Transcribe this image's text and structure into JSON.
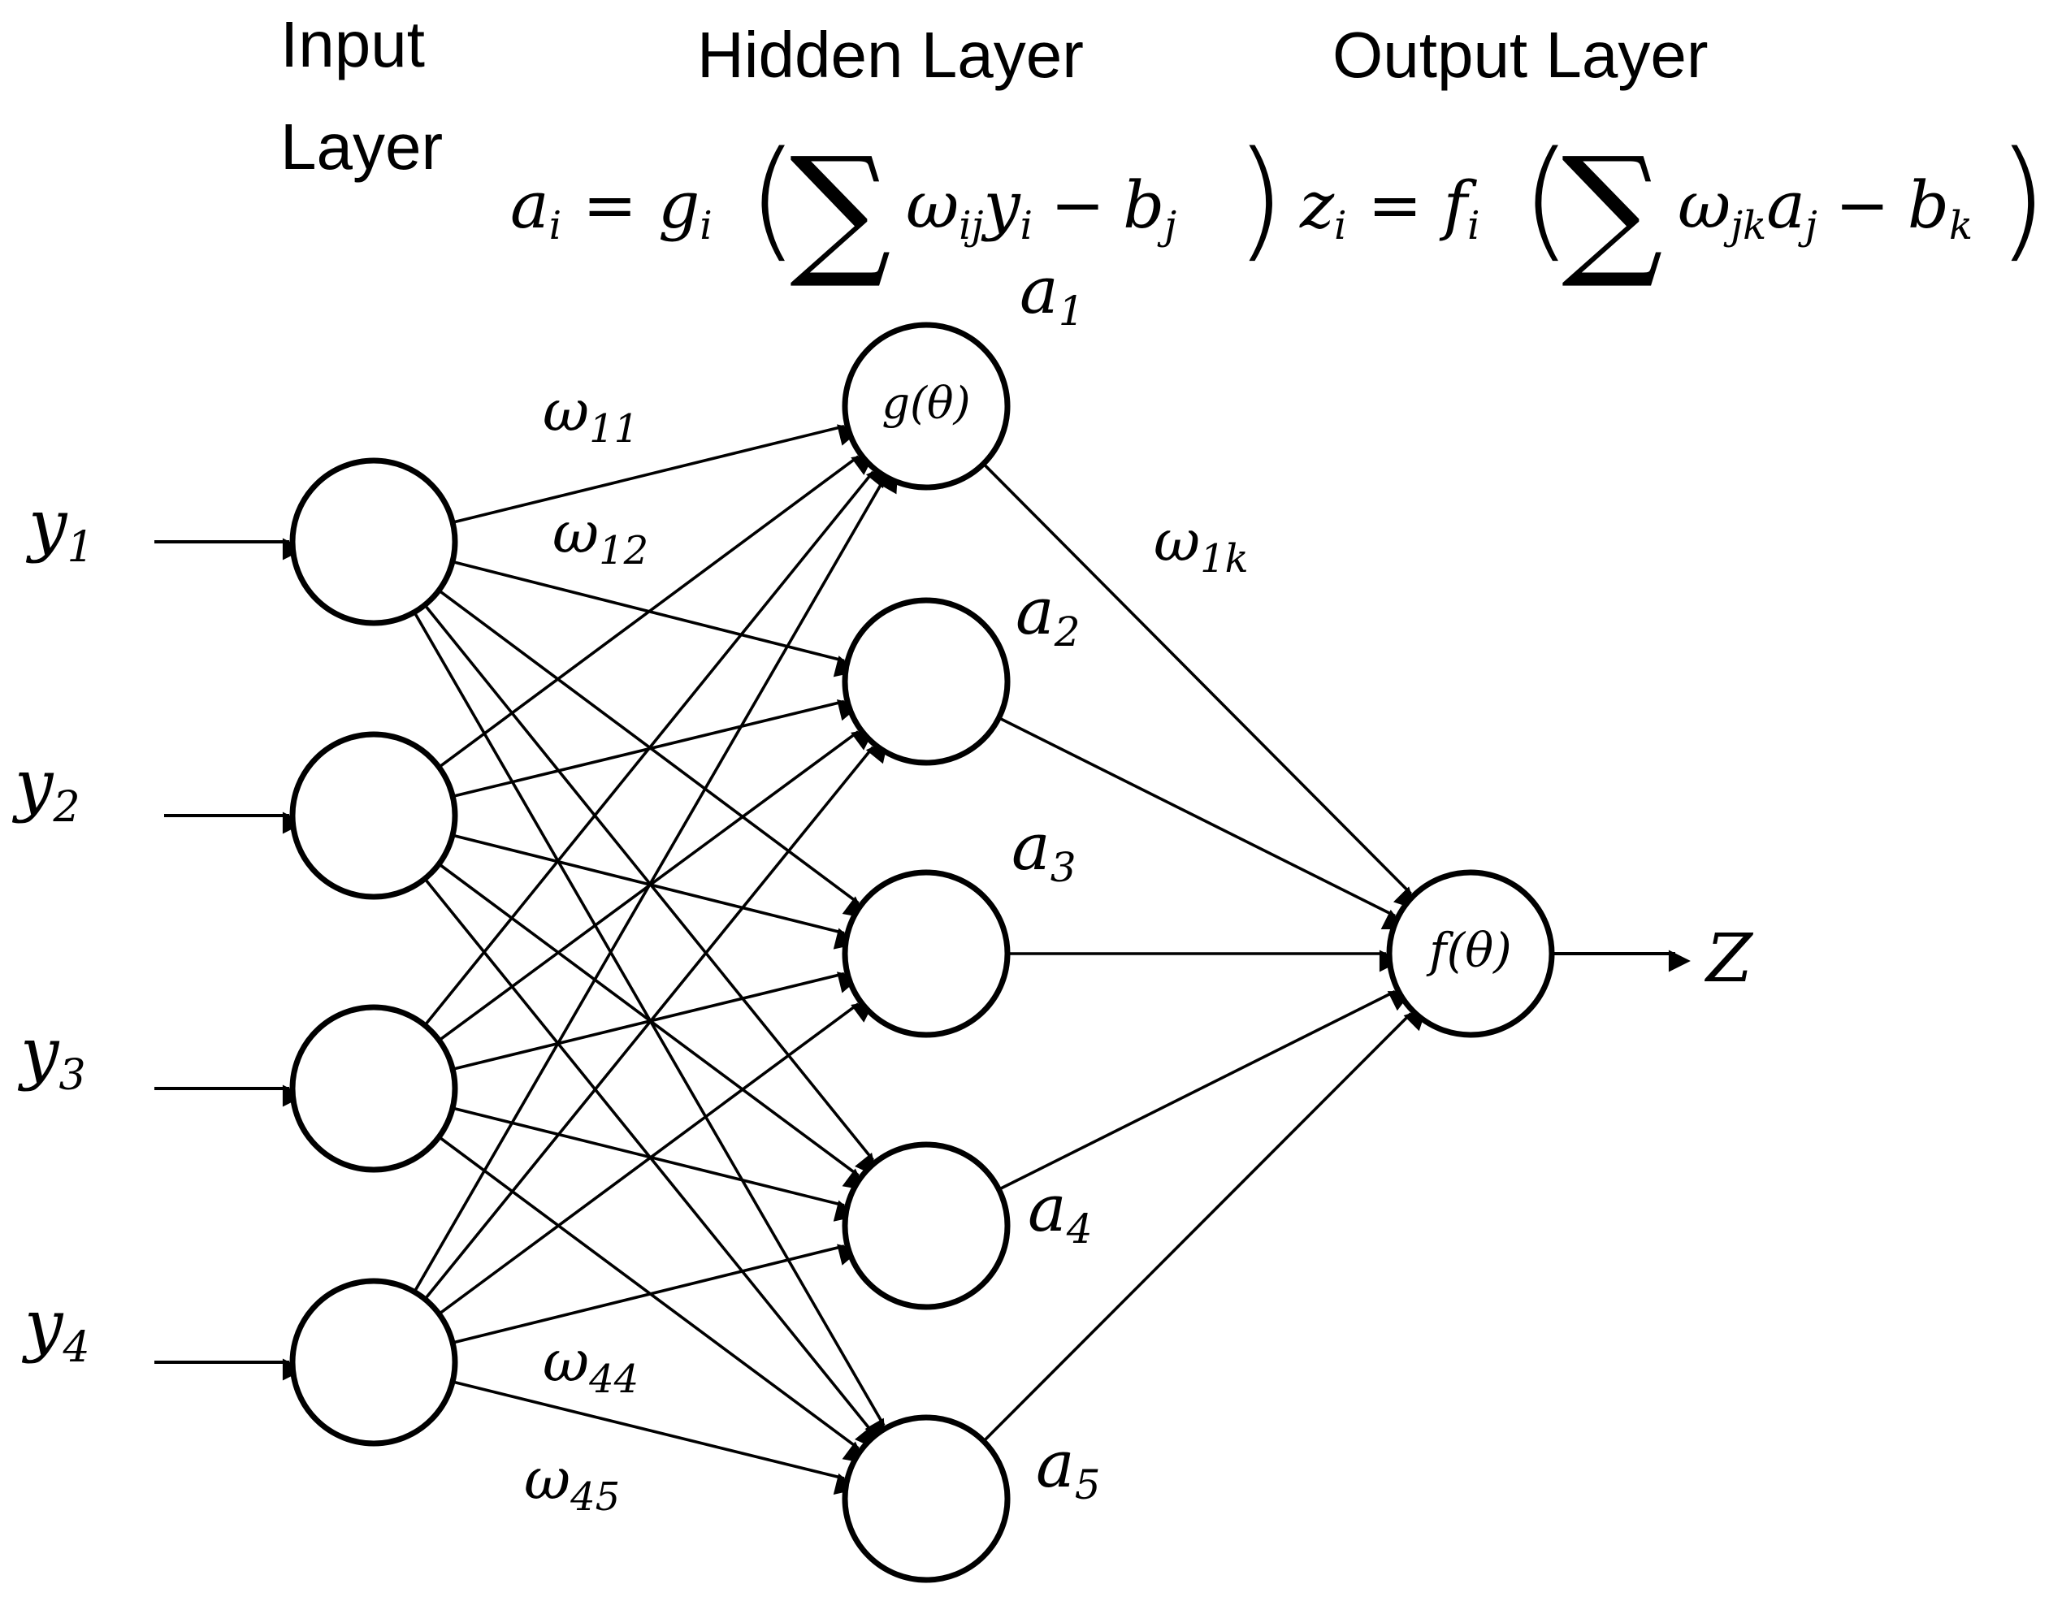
{
  "titles": {
    "input": [
      "Input",
      "Layer"
    ],
    "hidden": "Hidden Layer",
    "output": "Output Layer"
  },
  "formulas": {
    "hidden": {
      "lhs": "a",
      "lhs_sub": "i",
      "eq": "=",
      "func": "g",
      "func_sub": "i",
      "sum": "∑",
      "w": "ω",
      "w_sub": "ij",
      "var": "y",
      "var_sub": "i",
      "minus": "−",
      "bias": "b",
      "bias_sub": "j"
    },
    "output": {
      "lhs": "z",
      "lhs_sub": "i",
      "eq": "=",
      "func": "f",
      "func_sub": "i",
      "sum": "∑",
      "w": "ω",
      "w_sub": "jk",
      "var": "a",
      "var_sub": "j",
      "minus": "−",
      "bias": "b",
      "bias_sub": "k"
    }
  },
  "inputs": [
    {
      "sym": "y",
      "sub": "1"
    },
    {
      "sym": "y",
      "sub": "2"
    },
    {
      "sym": "y",
      "sub": "3"
    },
    {
      "sym": "y",
      "sub": "4"
    }
  ],
  "hidden_nodes": [
    {
      "sym": "a",
      "sub": "1",
      "inner": "g(θ)"
    },
    {
      "sym": "a",
      "sub": "2",
      "inner": ""
    },
    {
      "sym": "a",
      "sub": "3",
      "inner": ""
    },
    {
      "sym": "a",
      "sub": "4",
      "inner": ""
    },
    {
      "sym": "a",
      "sub": "5",
      "inner": ""
    }
  ],
  "output_node": {
    "inner": "f(θ)"
  },
  "output_label": "Z",
  "weight_labels": [
    {
      "sym": "ω",
      "sub": "11"
    },
    {
      "sym": "ω",
      "sub": "12"
    },
    {
      "sym": "ω",
      "sub": "44"
    },
    {
      "sym": "ω",
      "sub": "45"
    },
    {
      "sym": "ω",
      "sub": "1k"
    }
  ],
  "colors": {
    "stroke": "#000000",
    "background": "#ffffff"
  }
}
